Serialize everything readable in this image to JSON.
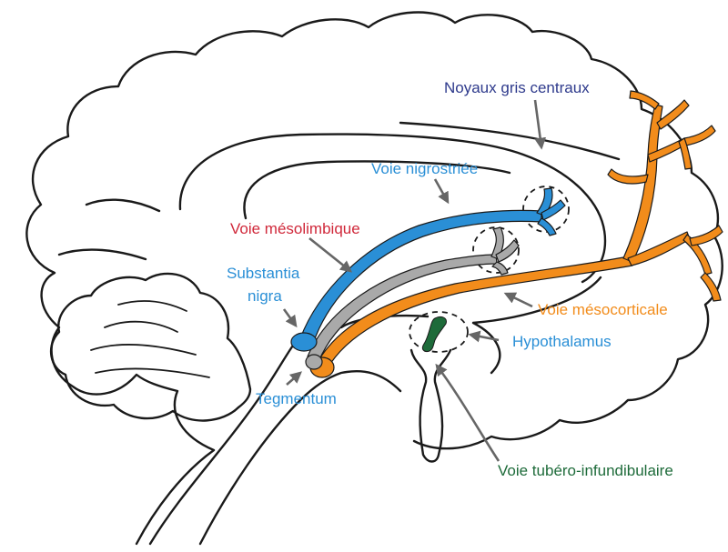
{
  "labels": {
    "noyaux_gris_centraux": "Noyaux gris centraux",
    "voie_nigrostriee": "Voie nigrostriée",
    "voie_mesolimbique": "Voie mésolimbique",
    "substantia": "Substantia",
    "nigra": "nigra",
    "voie_mesocorticale": "Voie mésocorticale",
    "hypothalamus": "Hypothalamus",
    "tegmentum": "Tegmentum",
    "voie_tubero_infundibulaire": "Voie tubéro-infundibulaire"
  },
  "colors": {
    "outline": "#1a1a1a",
    "arrow": "#666666",
    "nigrostriatal": "#2a8fd6",
    "mesolimbic": "#a9a9a9",
    "mesocortical": "#f28c1b",
    "tuberoinfundibular": "#1e6b3a",
    "label_noyaux": "#2e3a8c",
    "label_nigrostriee": "#2a8fd6",
    "label_mesolimbique": "#d0283a",
    "label_substantia": "#2a8fd6",
    "label_mesocorticale": "#f28c1b",
    "label_hypothalamus": "#2a8fd6",
    "label_tegmentum": "#2a8fd6",
    "label_tubero": "#1e6b3a"
  }
}
